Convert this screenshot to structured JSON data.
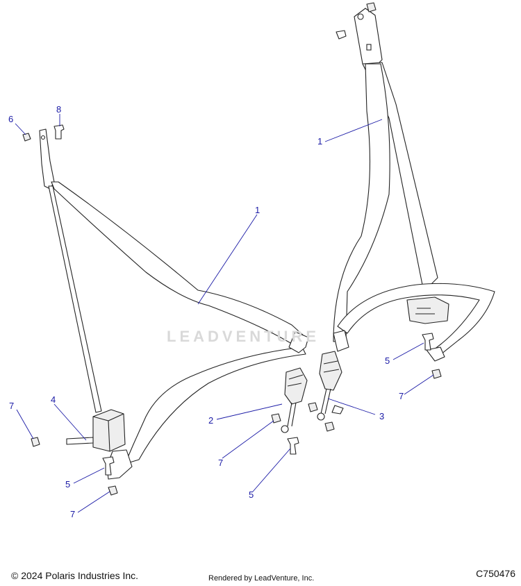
{
  "callouts": [
    {
      "id": "c1a",
      "label": "1"
    },
    {
      "id": "c1b",
      "label": "1"
    },
    {
      "id": "c2",
      "label": "2"
    },
    {
      "id": "c3",
      "label": "3"
    },
    {
      "id": "c4",
      "label": "4"
    },
    {
      "id": "c5a",
      "label": "5"
    },
    {
      "id": "c5b",
      "label": "5"
    },
    {
      "id": "c5c",
      "label": "5"
    },
    {
      "id": "c6",
      "label": "6"
    },
    {
      "id": "c7a",
      "label": "7"
    },
    {
      "id": "c7b",
      "label": "7"
    },
    {
      "id": "c7c",
      "label": "7"
    },
    {
      "id": "c7d",
      "label": "7"
    },
    {
      "id": "c8",
      "label": "8"
    }
  ],
  "watermark": "LEADVENTURE",
  "footer": {
    "copyright": "© 2024 Polaris Industries Inc.",
    "rendered": "Rendered by LeadVenture, Inc.",
    "code": "C750476"
  }
}
